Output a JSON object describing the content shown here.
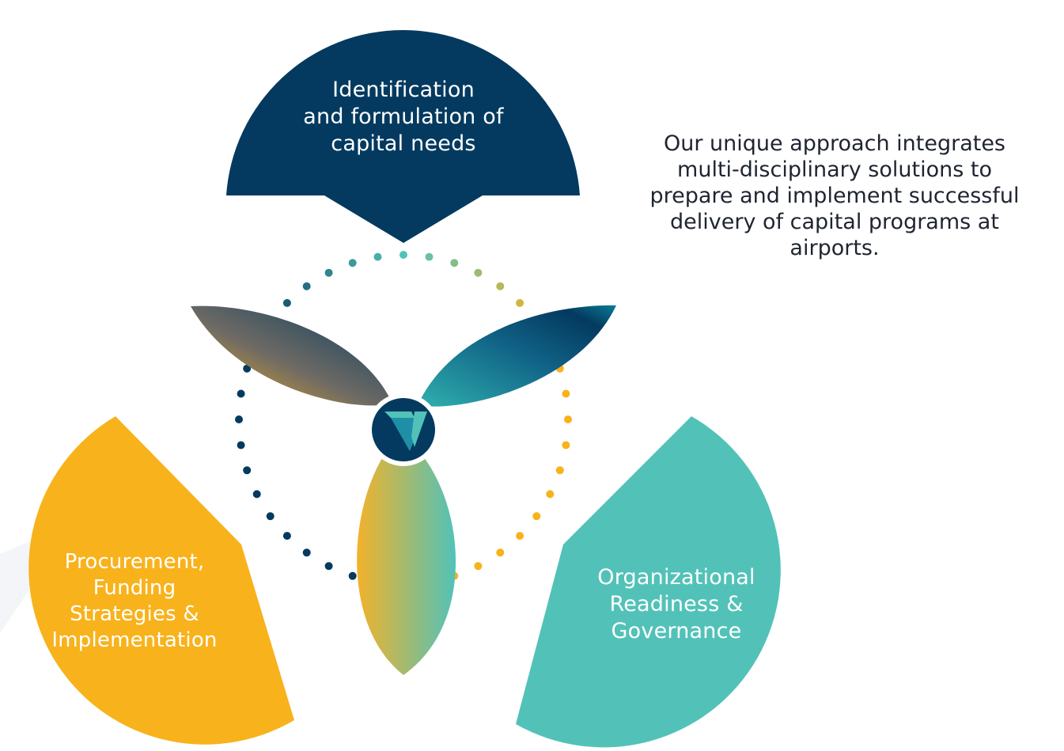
{
  "intro_text": "Our unique approach integrates\nmulti-disciplinary solutions to\nprepare and implement successful\ndelivery of capital programs at\nairports.",
  "segments": [
    {
      "label": "Identification\nand formulation of\ncapital needs",
      "color": "#043a5f",
      "text_color": "#ffffff"
    },
    {
      "label": "Procurement,\nFunding\nStrategies &\nImplementation",
      "color": "#f8b21b",
      "text_color": "#ffffff"
    },
    {
      "label": "Organizational\nReadiness &\nGovernance",
      "color": "#52c2b8",
      "text_color": "#ffffff"
    }
  ],
  "colors": {
    "navy": "#043a5f",
    "gold": "#f8b21b",
    "teal": "#52c2b8",
    "background": "#ffffff",
    "watermark": "#f3f4f7"
  },
  "center_logo": {
    "icon": "v-logo-icon",
    "background": "#043a5f"
  },
  "decorations": [
    "dotted-ring",
    "three-petal-propeller"
  ]
}
